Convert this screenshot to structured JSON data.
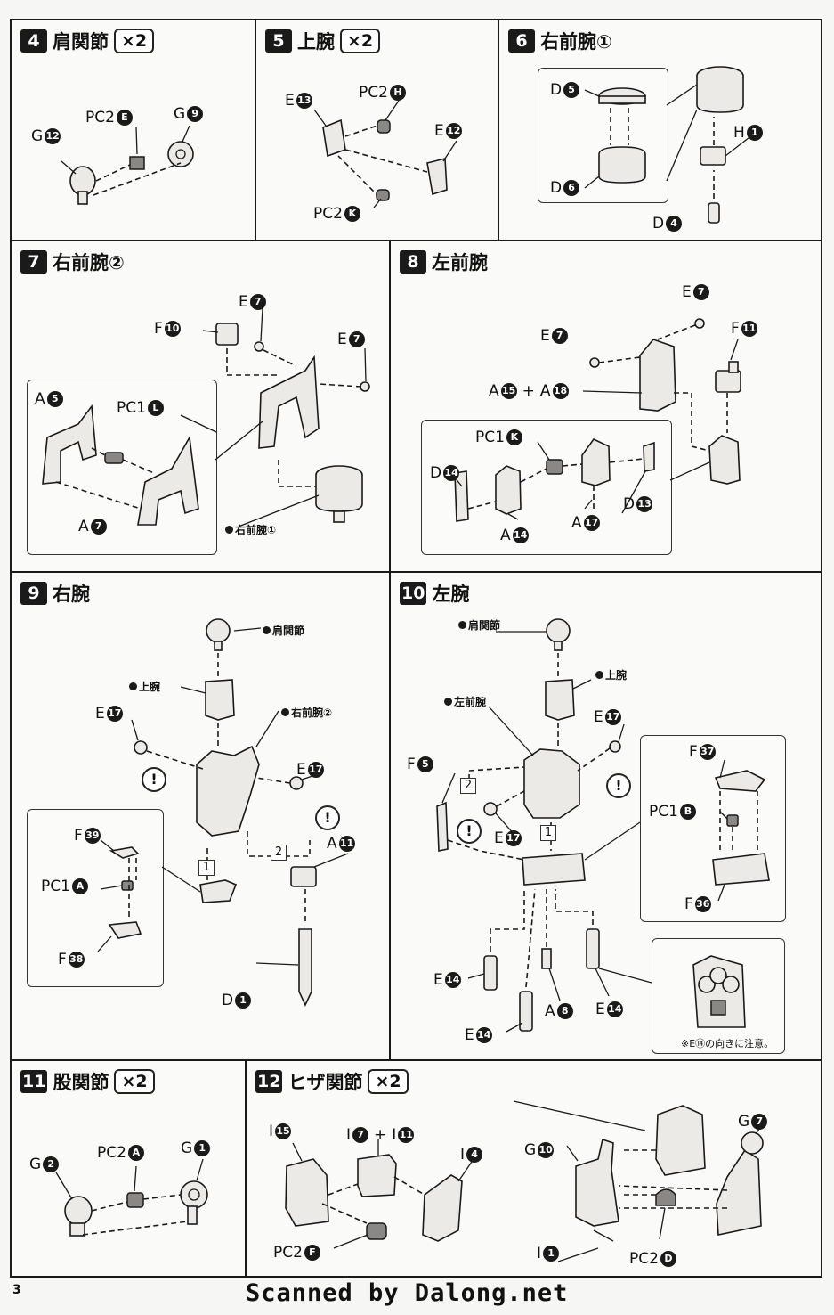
{
  "steps": {
    "s4": {
      "num": "4",
      "title": "肩関節",
      "qty": "×2",
      "labels": {
        "g12_code": "G",
        "g12_num": "12",
        "pc2e_code": "PC2",
        "pc2e_num": "E",
        "g9_code": "G",
        "g9_num": "9"
      }
    },
    "s5": {
      "num": "5",
      "title": "上腕",
      "qty": "×2",
      "labels": {
        "e13_code": "E",
        "e13_num": "13",
        "pc2h_code": "PC2",
        "pc2h_num": "H",
        "e12_code": "E",
        "e12_num": "12",
        "pc2k_code": "PC2",
        "pc2k_num": "K"
      }
    },
    "s6": {
      "num": "6",
      "title": "右前腕①",
      "labels": {
        "d5_code": "D",
        "d5_num": "5",
        "d6_code": "D",
        "d6_num": "6",
        "h1_code": "H",
        "h1_num": "1",
        "d4_code": "D",
        "d4_num": "4"
      }
    },
    "s7": {
      "num": "7",
      "title": "右前腕②",
      "ref": "右前腕①",
      "labels": {
        "f10_code": "F",
        "f10_num": "10",
        "e7a_code": "E",
        "e7a_num": "7",
        "e7b_code": "E",
        "e7b_num": "7",
        "a5_code": "A",
        "a5_num": "5",
        "pc1l_code": "PC1",
        "pc1l_num": "L",
        "a7_code": "A",
        "a7_num": "7"
      }
    },
    "s8": {
      "num": "8",
      "title": "左前腕",
      "labels": {
        "e7a_code": "E",
        "e7a_num": "7",
        "e7b_code": "E",
        "e7b_num": "7",
        "f11_code": "F",
        "f11_num": "11",
        "a15_code": "A",
        "a15_num": "15",
        "plus": "+",
        "a18_code": "A",
        "a18_num": "18",
        "pc1k_code": "PC1",
        "pc1k_num": "K",
        "d14_code": "D",
        "d14_num": "14",
        "a14_code": "A",
        "a14_num": "14",
        "a17_code": "A",
        "a17_num": "17",
        "d13_code": "D",
        "d13_num": "13"
      }
    },
    "s9": {
      "num": "9",
      "title": "右腕",
      "ref_shoulder": "肩関節",
      "ref_upper": "上腕",
      "ref_fore": "右前腕②",
      "step1": "1",
      "step2": "2",
      "warn": "!",
      "labels": {
        "e17a_code": "E",
        "e17a_num": "17",
        "e17b_code": "E",
        "e17b_num": "17",
        "a11_code": "A",
        "a11_num": "11",
        "f39_code": "F",
        "f39_num": "39",
        "pc1a_code": "PC1",
        "pc1a_num": "A",
        "f38_code": "F",
        "f38_num": "38",
        "d1_code": "D",
        "d1_num": "1"
      }
    },
    "s10": {
      "num": "10",
      "title": "左腕",
      "ref_shoulder": "肩関節",
      "ref_upper": "上腕",
      "ref_fore": "左前腕",
      "step1": "1",
      "step2": "2",
      "warn": "!",
      "note": "※E⑭の向きに注意。",
      "labels": {
        "e17a_code": "E",
        "e17a_num": "17",
        "e17b_code": "E",
        "e17b_num": "17",
        "f5_code": "F",
        "f5_num": "5",
        "f37_code": "F",
        "f37_num": "37",
        "pc1b_code": "PC1",
        "pc1b_num": "B",
        "f36_code": "F",
        "f36_num": "36",
        "e14a_code": "E",
        "e14a_num": "14",
        "e14b_code": "E",
        "e14b_num": "14",
        "e14c_code": "E",
        "e14c_num": "14",
        "a8_code": "A",
        "a8_num": "8"
      }
    },
    "s11": {
      "num": "11",
      "title": "股関節",
      "qty": "×2",
      "labels": {
        "g2_code": "G",
        "g2_num": "2",
        "pc2a_code": "PC2",
        "pc2a_num": "A",
        "g1_code": "G",
        "g1_num": "1"
      }
    },
    "s12": {
      "num": "12",
      "title": "ヒザ関節",
      "qty": "×2",
      "labels": {
        "i15_code": "I",
        "i15_num": "15",
        "i7_code": "I",
        "i7_num": "7",
        "plus": "+",
        "i11_code": "I",
        "i11_num": "11",
        "i4_code": "I",
        "i4_num": "4",
        "pc2f_code": "PC2",
        "pc2f_num": "F",
        "g10_code": "G",
        "g10_num": "10",
        "g7_code": "G",
        "g7_num": "7",
        "i1_code": "I",
        "i1_num": "1",
        "pc2d_code": "PC2",
        "pc2d_num": "D"
      }
    }
  },
  "footer": {
    "page": "3",
    "credit": "Scanned by Dalong.net"
  }
}
